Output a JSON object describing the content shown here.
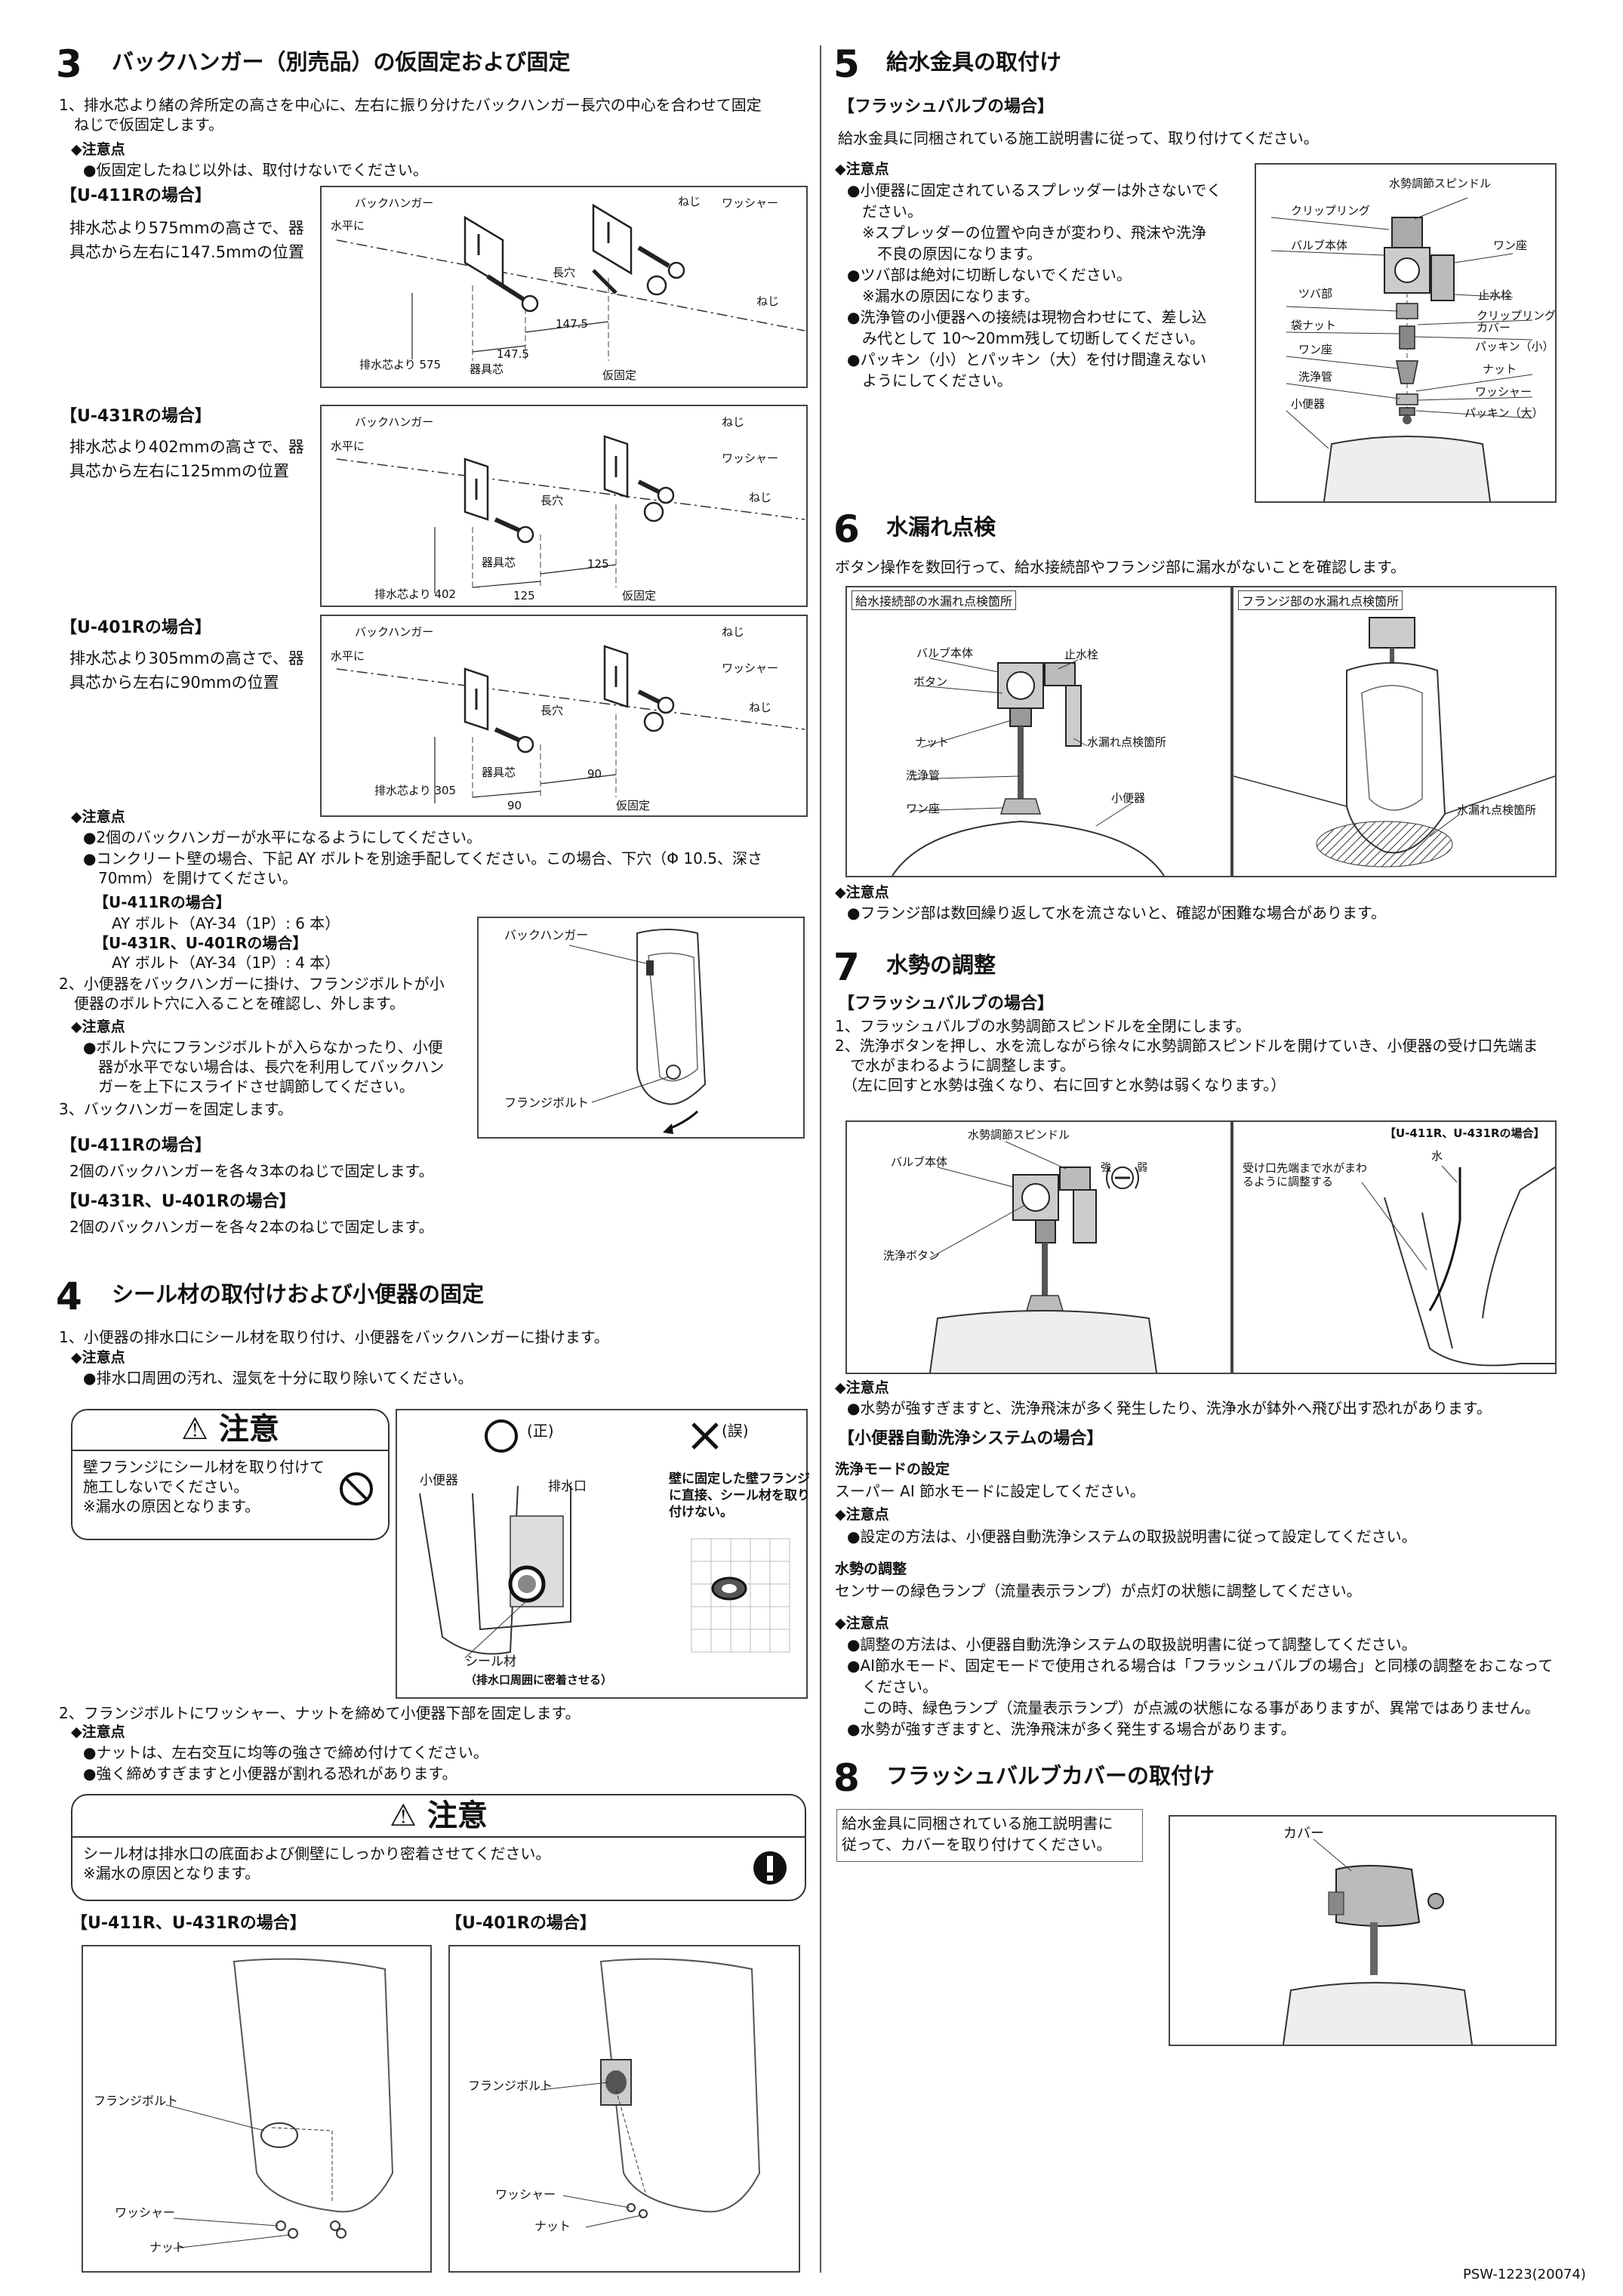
{
  "s3": {
    "num": "3",
    "title": "バックハンガー（別売品）の仮固定および固定",
    "step1": "1、排水芯より緒の斧所定の高さを中心に、左右に振り分けたバックハンガー長穴の中心を合わせて固定\n　ねじで仮固定します。",
    "note_label": "◆注意点",
    "note1": "●仮固定したねじ以外は、取付けないでください。",
    "u411_head": "【U-411Rの場合】",
    "u411_text": "排水芯より575mmの高さで、器\n具芯から左右に147.5mmの位置",
    "u431_head": "【U-431Rの場合】",
    "u431_text": "排水芯より402mmの高さで、器\n具芯から左右に125mmの位置",
    "u401_head": "【U-401Rの場合】",
    "u401_text": "排水芯より305mmの高さで、器\n具芯から左右に90mmの位置",
    "fig1": {
      "hanger": "バックハンガー",
      "level": "水平に",
      "neji": "ねじ",
      "washer": "ワッシャー",
      "neji2": "ねじ",
      "nagaana": "長穴",
      "dim1": "147.5",
      "dim2": "147.5",
      "drain": "排水芯より 575",
      "center": "器具芯",
      "temp": "仮固定"
    },
    "fig2": {
      "hanger": "バックハンガー",
      "level": "水平に",
      "neji": "ねじ",
      "washer": "ワッシャー",
      "neji2": "ねじ",
      "nagaana": "長穴",
      "dim1": "125",
      "dim2": "125",
      "drain": "排水芯より 402",
      "center": "器具芯",
      "temp": "仮固定"
    },
    "fig3": {
      "hanger": "バックハンガー",
      "level": "水平に",
      "neji": "ねじ",
      "washer": "ワッシャー",
      "neji2": "ねじ",
      "nagaana": "長穴",
      "dim1": "90",
      "dim2": "90",
      "drain": "排水芯より 305",
      "center": "器具芯",
      "temp": "仮固定"
    },
    "note2_label": "◆注意点",
    "note2_a": "●2個のバックハンガーが水平になるようにしてください。",
    "note2_b": "●コンクリート壁の場合、下記 AY ボルトを別途手配してください。この場合、下穴（Φ 10.5、深さ\n　70mm）を開けてください。",
    "ay_h1": "【U-411Rの場合】",
    "ay_t1": "AY ボルト（AY-34（1P）: 6 本）",
    "ay_h2": "【U-431R、U-401Rの場合】",
    "ay_t2": "AY ボルト（AY-34（1P）: 4 本）",
    "step2": "2、小便器をバックハンガーに掛け、フランジボルトが小\n　便器のボルト穴に入ることを確認し、外します。",
    "note3_label": "◆注意点",
    "note3": "●ボルト穴にフランジボルトが入らなかったり、小便\n　器が水平でない場合は、長穴を利用してバックハン\n　ガーを上下にスライドさせ調節してください。",
    "step3": "3、バックハンガーを固定します。",
    "fig4": {
      "hanger": "バックハンガー",
      "flange": "フランジボルト"
    },
    "fix_h1": "【U-411Rの場合】",
    "fix_t1": "2個のバックハンガーを各々3本のねじで固定します。",
    "fix_h2": "【U-431R、U-401Rの場合】",
    "fix_t2": "2個のバックハンガーを各々2本のねじで固定します。"
  },
  "s4": {
    "num": "4",
    "title": "シール材の取付けおよび小便器の固定",
    "step1": "1、小便器の排水口にシール材を取り付け、小便器をバックハンガーに掛けます。",
    "note_label": "◆注意点",
    "note1": "●排水口周囲の汚れ、湿気を十分に取り除いてください。",
    "caution1_head": "⚠ 注意",
    "caution1_text": "壁フランジにシール材を取り付けて\n施工しないでください。\n※漏水の原因となります。",
    "correct": "(正)",
    "wrong": "(誤)",
    "wrong_text": "壁に固定した壁フランジ\nに直接、シール材を取り\n付けない。",
    "urinal": "小便器",
    "drain": "排水口",
    "seal": "シール材",
    "seal_note": "（排水口周囲に密着させる）",
    "step2": "2、フランジボルトにワッシャー、ナットを締めて小便器下部を固定します。",
    "note2_label": "◆注意点",
    "note2_a": "●ナットは、左右交互に均等の強さで締め付けてください。",
    "note2_b": "●強く締めすぎますと小便器が割れる恐れがあります。",
    "caution2_head": "⚠ 注意",
    "caution2_text": "シール材は排水口の底面および側壁にしっかり密着させてください。\n※漏水の原因となります。",
    "case1": "【U-411R、U-431Rの場合】",
    "case2": "【U-401Rの場合】",
    "fig_a": {
      "flange": "フランジボルト",
      "washer": "ワッシャー",
      "nut": "ナット"
    },
    "fig_b": {
      "flange": "フランジボルト",
      "washer": "ワッシャー",
      "nut": "ナット"
    }
  },
  "s5": {
    "num": "5",
    "title": "給水金具の取付け",
    "case": "【フラッシュバルブの場合】",
    "text": "給水金具に同梱されている施工説明書に従って、取り付けてください。",
    "note_label": "◆注意点",
    "notes": "●小便器に固定されているスプレッダーは外さないでく\n　ださい。\n　※スプレッダーの位置や向きが変わり、飛沫や洗浄\n　　不良の原因になります。\n●ツバ部は絶対に切断しないでください。\n　※漏水の原因になります。\n●洗浄管の小便器への接続は現物合わせにて、差し込\n　み代として 10～20mm残して切断してください。\n●パッキン（小）とパッキン（大）を付け間違えない\n　ようにしてください。",
    "fig": {
      "spindle": "水勢調節スピンドル",
      "clip": "クリップリング",
      "body": "バルブ本体",
      "wanza": "ワン座",
      "tsuba": "ツバ部",
      "stop": "止水栓",
      "fukuro": "袋ナット",
      "clipcover": "クリップリング\nカバー",
      "wanza2": "ワン座",
      "packing_s": "パッキン（小）",
      "pipe": "洗浄管",
      "nut": "ナット",
      "urinal": "小便器",
      "washer": "ワッシャー",
      "packing_l": "パッキン（大）"
    }
  },
  "s6": {
    "num": "6",
    "title": "水漏れ点検",
    "text": "ボタン操作を数回行って、給水接続部やフランジ部に漏水がないことを確認します。",
    "fig1_title": "給水接続部の水漏れ点検箇所",
    "fig2_title": "フランジ部の水漏れ点検箇所",
    "fig1": {
      "body": "バルブ本体",
      "stop": "止水栓",
      "button": "ボタン",
      "nut": "ナット",
      "check": "水漏れ点検箇所",
      "pipe": "洗浄管",
      "urinal": "小便器",
      "wanza": "ワン座"
    },
    "fig2": {
      "check": "水漏れ点検箇所"
    },
    "note_label": "◆注意点",
    "note": "●フランジ部は数回繰り返して水を流さないと、確認が困難な場合があります。"
  },
  "s7": {
    "num": "7",
    "title": "水勢の調整",
    "case1": "【フラッシュバルブの場合】",
    "step1": "1、フラッシュバルブの水勢調節スピンドルを全閉にします。",
    "step2": "2、洗浄ボタンを押し、水を流しながら徐々に水勢調節スピンドルを開けていき、小便器の受け口先端ま\n　で水がまわるように調整します。\n　（左に回すと水勢は強くなり、右に回すと水勢は弱くなります。）",
    "fig1": {
      "spindle": "水勢調節スピンドル",
      "body": "バルブ本体",
      "strong": "強",
      "weak": "弱",
      "button": "洗浄ボタン"
    },
    "fig2": {
      "title": "【U-411R、U-431Rの場合】",
      "text": "受け口先端まで水がまわ\nるように調整する",
      "water": "水"
    },
    "note_label": "◆注意点",
    "note1": "●水勢が強すぎますと、洗浄飛沫が多く発生したり、洗浄水が鉢外へ飛び出す恐れがあります。",
    "case2": "【小便器自動洗浄システムの場合】",
    "mode_head": "洗浄モードの設定",
    "mode_text": "スーパー AI 節水モードに設定してください。",
    "note2_label": "◆注意点",
    "note2": "●設定の方法は、小便器自動洗浄システムの取扱説明書に従って設定してください。",
    "adj_head": "水勢の調整",
    "adj_text": "センサーの緑色ランプ（流量表示ランプ）が点灯の状態に調整してください。",
    "note3_label": "◆注意点",
    "note3": "●調整の方法は、小便器自動洗浄システムの取扱説明書に従って調整してください。\n●AI節水モード、固定モードで使用される場合は「フラッシュバルブの場合」と同様の調整をおこなって\n　ください。\n　この時、緑色ランプ（流量表示ランプ）が点滅の状態になる事がありますが、異常ではありません。\n●水勢が強すぎますと、洗浄飛沫が多く発生する場合があります。"
  },
  "s8": {
    "num": "8",
    "title": "フラッシュバルブカバーの取付け",
    "text": "給水金具に同梱されている施工説明書に\n従って、カバーを取り付けてください。",
    "cover": "カバー"
  },
  "footer": "PSW-1223(20074)"
}
